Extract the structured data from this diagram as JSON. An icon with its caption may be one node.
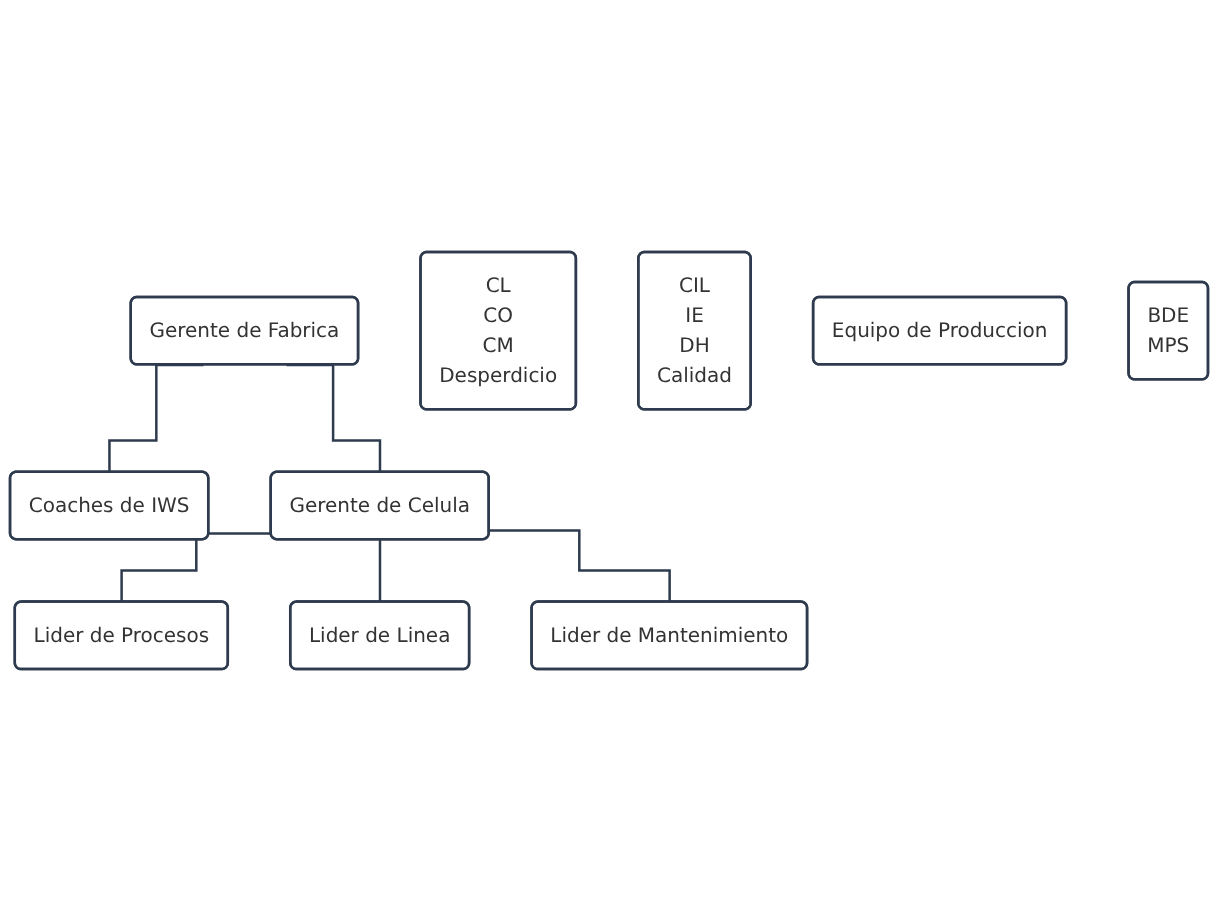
{
  "diagram": {
    "nodes": [
      {
        "text": [
          "Gerente de Fabrica"
        ]
      },
      {
        "text": [
          "Coaches de IWS"
        ]
      },
      {
        "text": [
          "Gerente de Celula"
        ]
      },
      {
        "text": [
          "Lider de Procesos"
        ]
      },
      {
        "text": [
          "Lider de Linea"
        ]
      },
      {
        "text": [
          "Lider de Mantenimiento"
        ]
      },
      {
        "text": [
          "CL",
          "CO",
          "CM",
          "Desperdicio"
        ]
      },
      {
        "text": [
          "CIL",
          "IE",
          "DH",
          "Calidad"
        ]
      },
      {
        "text": [
          "Equipo de Produccion"
        ]
      },
      {
        "text": [
          "BDE",
          "MPS"
        ]
      }
    ],
    "edges": [
      {
        "from": 0,
        "to": 1,
        "arrow": "none"
      },
      {
        "from": 0,
        "to": 2,
        "arrow": "none"
      },
      {
        "from": 2,
        "to": 3,
        "arrow": "none"
      },
      {
        "from": 2,
        "to": 4,
        "arrow": "none"
      },
      {
        "from": 2,
        "to": 5,
        "arrow": "none"
      }
    ]
  }
}
